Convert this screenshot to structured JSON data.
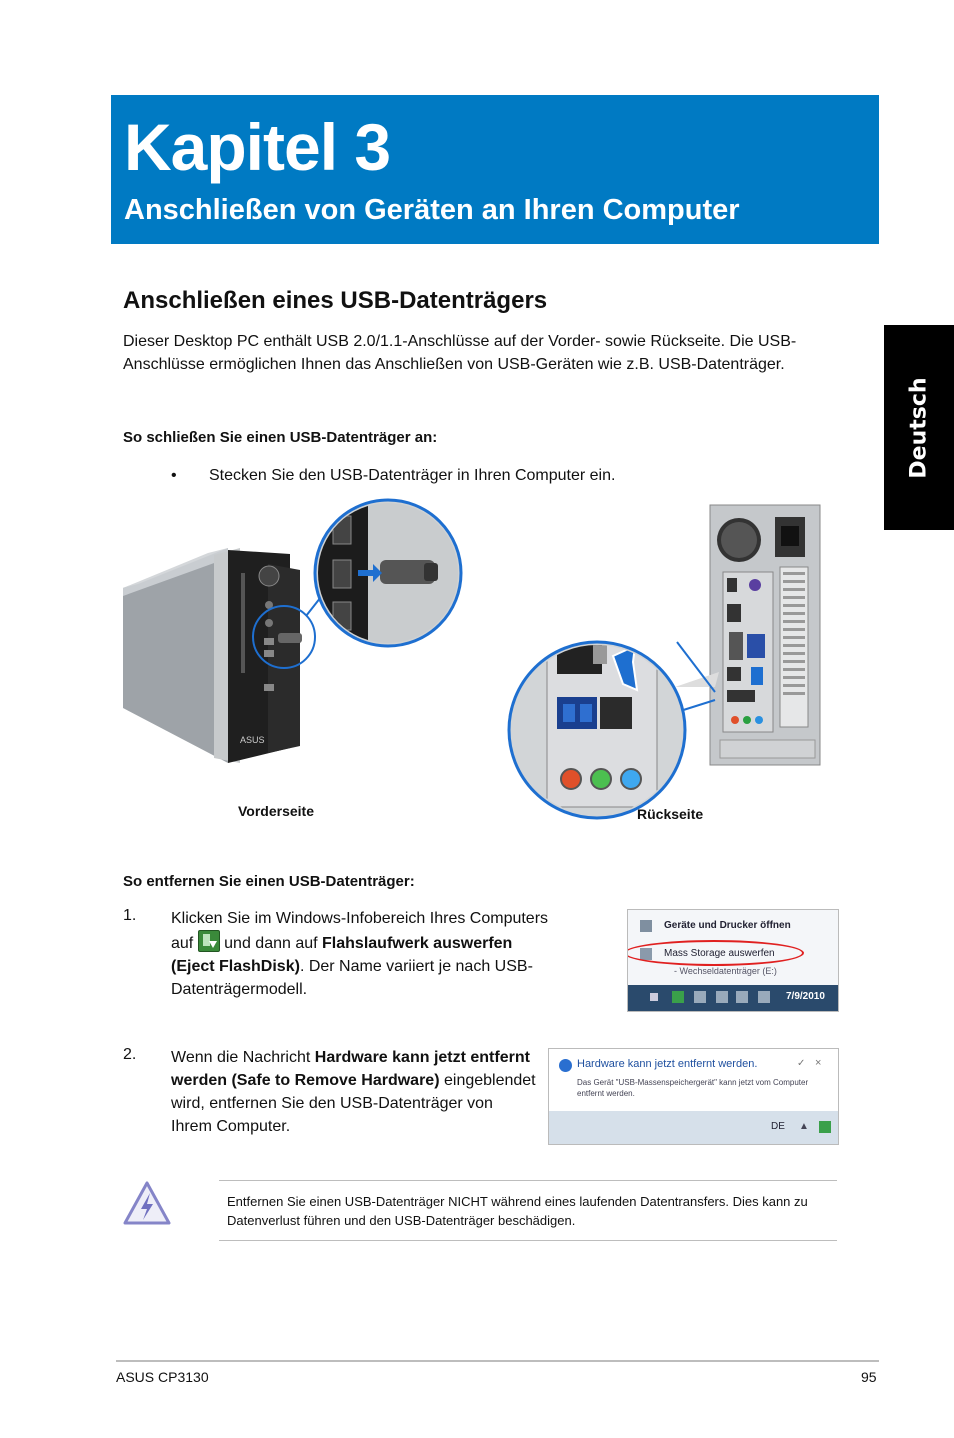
{
  "chapter": {
    "title": "Kapitel 3",
    "subtitle": "Anschließen von Geräten an Ihren Computer"
  },
  "side_tab": {
    "label": "Deutsch"
  },
  "section": {
    "heading": "Anschließen eines USB-Datenträgers",
    "intro": "Dieser Desktop PC enthält USB 2.0/1.1-Anschlüsse auf der Vorder- sowie Rückseite. Die USB-Anschlüsse ermöglichen Ihnen das Anschließen von USB-Geräten wie z.B. USB-Datenträger."
  },
  "connect": {
    "heading": "So schließen Sie einen USB-Datenträger an:",
    "bullet": "•",
    "step": "Stecken Sie den USB-Datenträger in Ihren Computer ein."
  },
  "figure": {
    "front_caption": "Vorderseite",
    "rear_caption": "Rückseite",
    "brand": "ASUS"
  },
  "remove": {
    "heading": "So entfernen Sie einen USB-Datenträger:",
    "step1": {
      "num": "1.",
      "line1": "Klicken Sie im Windows-Infobereich Ihres Computers",
      "auf": "auf",
      "und_dann_auf": "und dann auf",
      "bold1": "Flahslaufwerk auswerfen",
      "bold2": "(Eject FlashDisk)",
      "rest": ". Der Name variiert je nach USB-Datenträgermodell."
    },
    "step2": {
      "num": "2.",
      "pre": "Wenn die Nachricht",
      "bold": "Hardware kann jetzt entfernt werden (Safe to Remove Hardware)",
      "post": "eingeblendet wird, entfernen Sie den USB-Datenträger von Ihrem Computer."
    }
  },
  "screenshot1": {
    "menu_item1": "Geräte und Drucker öffnen",
    "menu_item2": "Mass Storage auswerfen",
    "menu_item3": "- Wechseldatenträger (E:)",
    "date": "7/9/2010"
  },
  "screenshot2": {
    "title": "Hardware kann jetzt entfernt werden.",
    "message": "Das Gerät \"USB-Massenspeichergerät\" kann jetzt vom Computer entfernt werden.",
    "lang": "DE"
  },
  "note": {
    "text": "Entfernen Sie einen USB-Datenträger NICHT während eines laufenden Datentransfers. Dies kann zu Datenverlust führen und den USB-Datenträger beschädigen."
  },
  "footer": {
    "model": "ASUS CP3130",
    "page": "95"
  },
  "colors": {
    "banner": "#007ac3",
    "accent_circle": "#1e6fd0",
    "highlight_red": "#e02020"
  }
}
